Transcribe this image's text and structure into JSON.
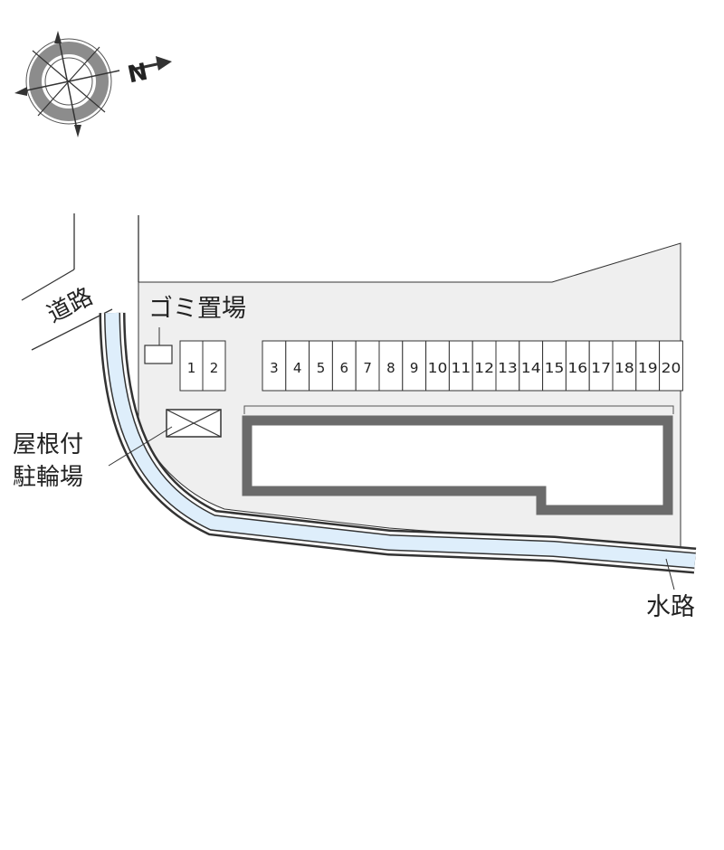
{
  "compass": {
    "north_letter": "N",
    "icon": "compass-rose-icon"
  },
  "labels": {
    "road": "道路",
    "garbage": "ゴミ置場",
    "bicycle_line1": "屋根付",
    "bicycle_line2": "駐輪場",
    "waterway": "水路"
  },
  "parking": {
    "spaces": [
      "1",
      "2",
      "3",
      "4",
      "5",
      "6",
      "7",
      "8",
      "9",
      "10",
      "11",
      "12",
      "13",
      "14",
      "15",
      "16",
      "17",
      "18",
      "19",
      "20"
    ]
  },
  "colors": {
    "lot_fill": "#efefef",
    "building_outline": "#6b6b6b",
    "water": "#deeefb",
    "lines": "#333333",
    "compass_ring": "#8c8c8c"
  }
}
